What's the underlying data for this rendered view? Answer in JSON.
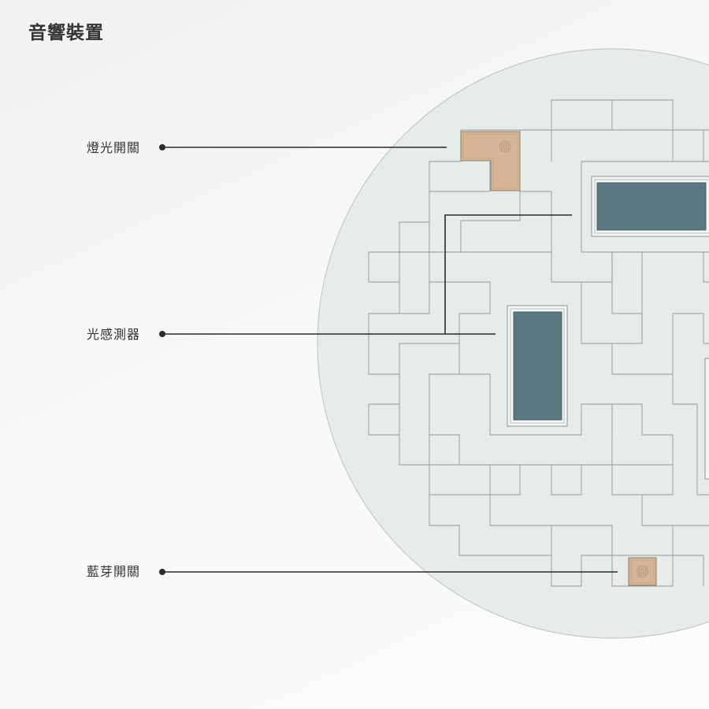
{
  "title": "音響裝置",
  "labels": {
    "light_switch": "燈光開關",
    "light_sensor": "光感測器",
    "bluetooth_switch": "藍芽開關"
  },
  "colors": {
    "disc_fill": "#e5ecea",
    "tile_stroke": "#8f9a98",
    "switch_fill": "#d6b696",
    "screen_fill": "#5b7880",
    "leader_line": "#2b2b2b"
  }
}
